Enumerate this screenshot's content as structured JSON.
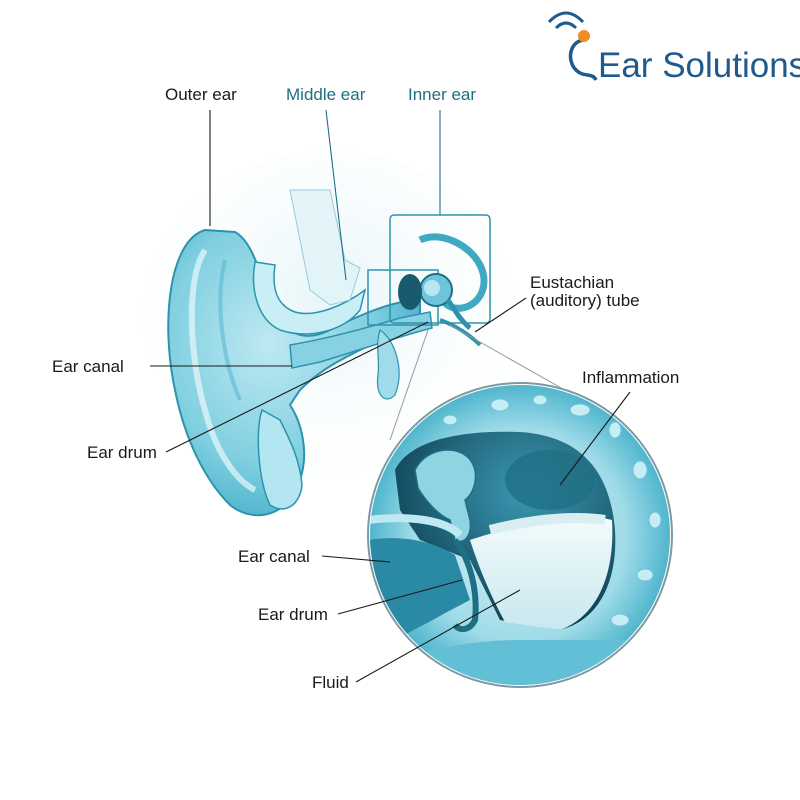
{
  "brand": {
    "name": "Ear Solutions",
    "colors": {
      "brand_blue": "#1f5a8c",
      "brand_orange": "#f28c28",
      "label_teal": "#1f6f84"
    }
  },
  "regions": {
    "outer_ear": "Outer ear",
    "middle_ear": "Middle ear",
    "inner_ear": "Inner ear"
  },
  "anatomy_labels": {
    "eustachian_line1": "Eustachian",
    "eustachian_line2": "(auditory) tube",
    "ear_canal": "Ear canal",
    "ear_drum": "Ear drum"
  },
  "detail_labels": {
    "inflammation": "Inflammation",
    "ear_canal": "Ear canal",
    "ear_drum": "Ear drum",
    "fluid": "Fluid"
  }
}
